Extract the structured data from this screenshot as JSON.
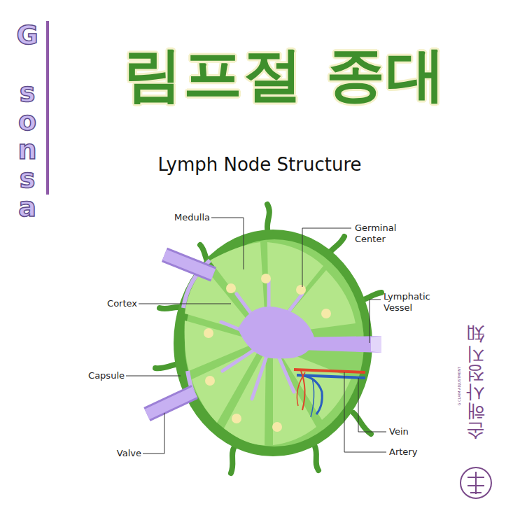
{
  "diagram": {
    "title": "림프절 종대",
    "labels": [
      "G sonsa",
      "Lymph Node Structure",
      "Medulla",
      "Germinal Center",
      "Cortex",
      "Lymphatic Vessel",
      "Capsule",
      "Valve",
      "Vein",
      "Artery",
      "G CLAIM ADJUSTMENT",
      "손해사정지知"
    ]
  }
}
